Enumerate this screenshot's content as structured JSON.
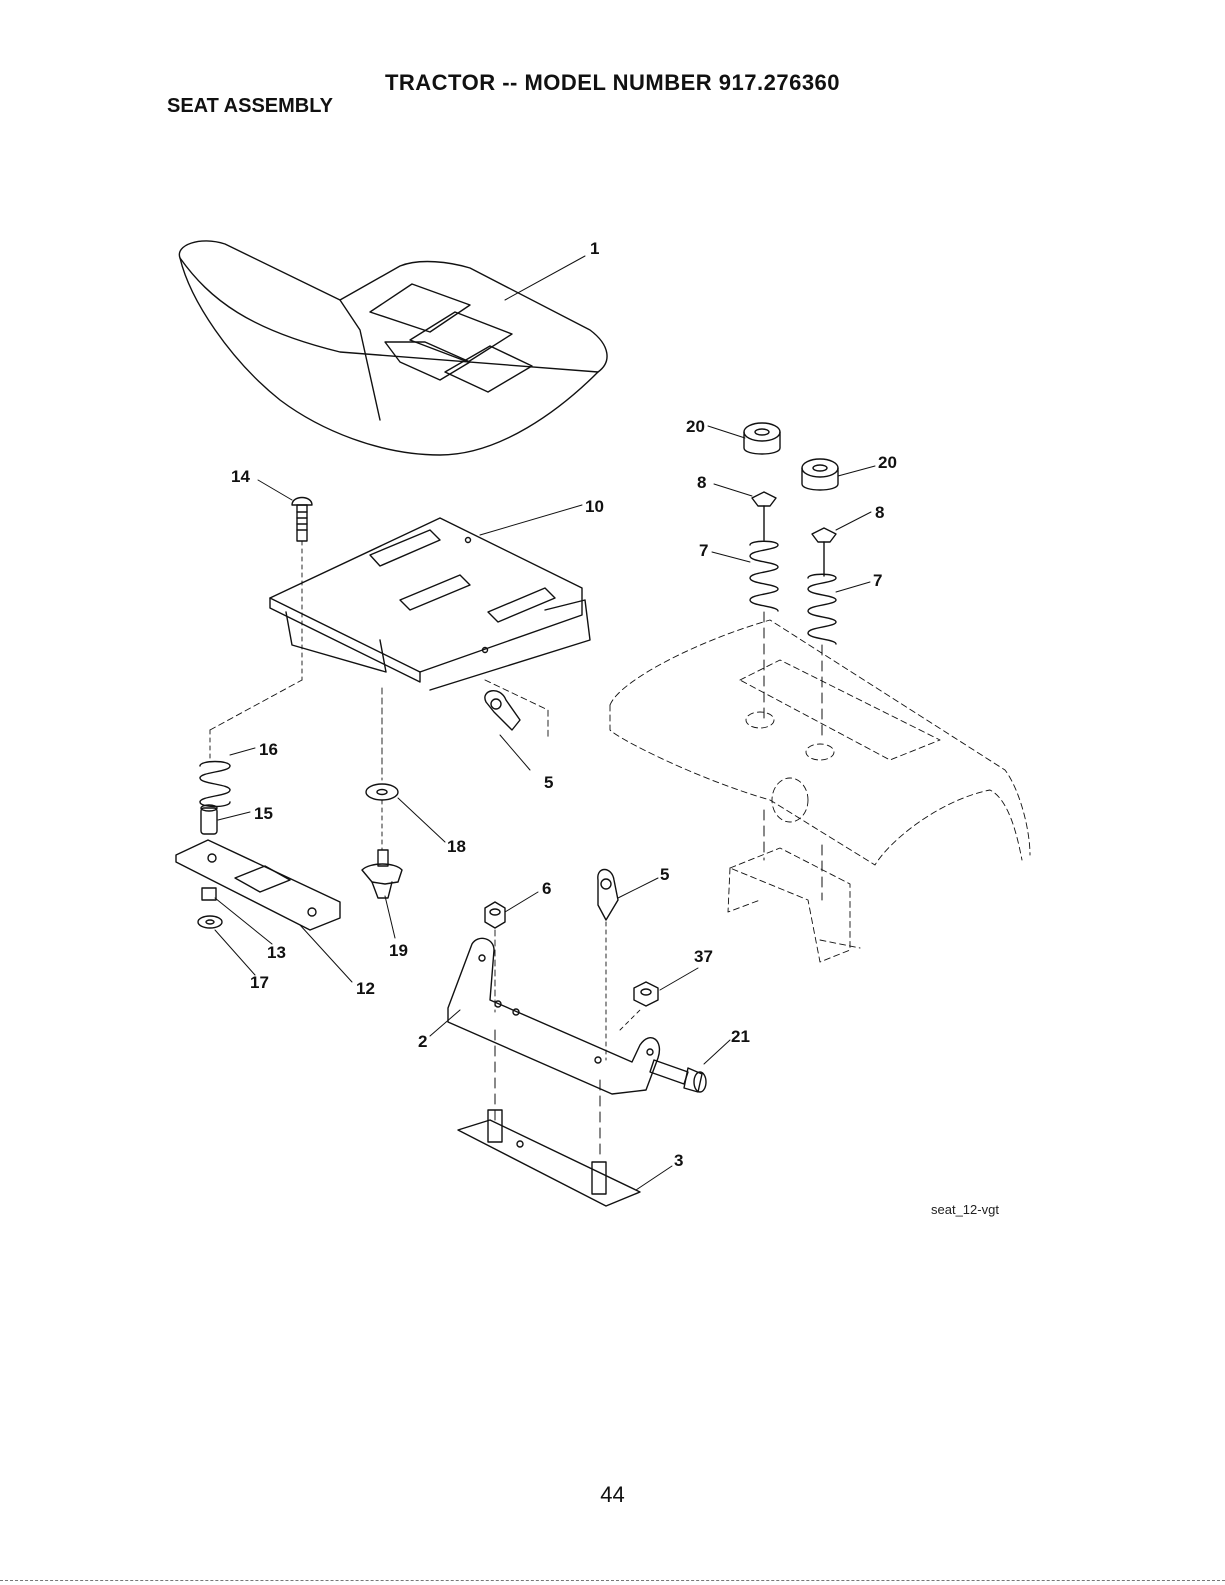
{
  "header": {
    "title": "TRACTOR -- MODEL NUMBER 917.276360",
    "subtitle": "SEAT ASSEMBLY"
  },
  "callouts": {
    "c1": "1",
    "c2": "2",
    "c3": "3",
    "c5a": "5",
    "c5b": "5",
    "c6": "6",
    "c7a": "7",
    "c7b": "7",
    "c8a": "8",
    "c8b": "8",
    "c10": "10",
    "c12": "12",
    "c13": "13",
    "c14": "14",
    "c15": "15",
    "c16": "16",
    "c17": "17",
    "c18": "18",
    "c19": "19",
    "c20a": "20",
    "c20b": "20",
    "c21": "21",
    "c37": "37"
  },
  "figure_ref": "seat_12-vgt",
  "page_number": "44"
}
